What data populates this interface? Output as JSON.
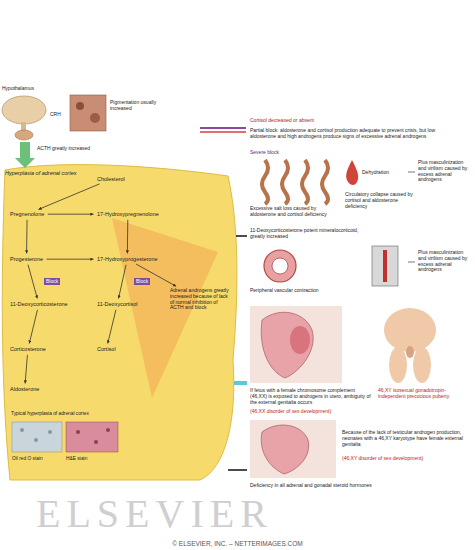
{
  "diagram": {
    "nodes": [
      {
        "text": [
          "Hyperplasia of adrenal cortex"
        ]
      },
      {
        "text": [
          "Cholesterol"
        ],
        "in": 0
      },
      {
        "text": [
          "Pregnenolone"
        ],
        "in": 0
      },
      {
        "text": [
          "17-Hydroxypregnenolone"
        ],
        "in": 0
      },
      {
        "text": [
          "Progesterone"
        ],
        "in": 0
      },
      {
        "text": [
          "17-Hydroxyprogesterone"
        ],
        "in": 0
      },
      {
        "text": [
          "11-Deoxycorticosterone"
        ],
        "in": 0
      },
      {
        "text": [
          "11-Deoxycortisol"
        ],
        "in": 0
      },
      {
        "text": [
          "Adrenal androgens greatly increased because of lack of normal inhibition of ACTH and block"
        ],
        "in": 0
      },
      {
        "text": [
          "Corticosterone"
        ],
        "in": 0
      },
      {
        "text": [
          "Cortisol"
        ],
        "in": 0
      },
      {
        "text": [
          "Aldosterone"
        ],
        "in": 0
      },
      {
        "text": [
          "Typical hyperplasia of adrenal cortex",
          "Oil red O stain",
          "H&E stain"
        ],
        "in": 0
      }
    ],
    "edges": [
      {
        "from": 1,
        "to": 2,
        "arrow": "to"
      },
      {
        "from": 2,
        "to": 3,
        "arrow": "to"
      },
      {
        "from": 2,
        "to": 4,
        "arrow": "to"
      },
      {
        "from": 3,
        "to": 5,
        "arrow": "to"
      },
      {
        "from": 4,
        "to": 5,
        "arrow": "to"
      },
      {
        "from": 4,
        "to": 6,
        "arrow": "to"
      },
      {
        "from": 5,
        "to": 7,
        "arrow": "to"
      },
      {
        "from": 5,
        "to": 8,
        "arrow": "to"
      },
      {
        "from": 6,
        "to": 9,
        "arrow": "to"
      },
      {
        "from": 7,
        "to": 10,
        "arrow": "to"
      },
      {
        "from": 9,
        "to": 11,
        "arrow": "to"
      }
    ],
    "labels": [
      "Hypothalamus",
      "CRH",
      "Pigmentation usually increased",
      "ACTH greatly increased",
      "Block",
      "Block",
      "Cortisol decreased or absent",
      "Partial block: aldosterone and cortisol production adequate to prevent crisis, but low aldosterone and high androgens produce signs of excessive adrenal androgens",
      "Severe block",
      "Excessive salt loss caused by aldosterone and cortisol deficiency",
      "Dehydration",
      "Circulatory collapse caused by cortisol and aldosterone deficiency",
      "Plus masculinization and virilism caused by excess adrenal androgens",
      "11-Deoxycorticosterone potent mineralocorticoid, greatly increased",
      "Peripheral vascular contraction",
      "Plus masculinization and virilism caused by excess adrenal androgens",
      "If fetus with a female chromosome complement (46,XX) is exposed to androgens in utero, ambiguity of the external genitalia occurs",
      "(46,XX disorder of sex development)",
      "46,XY isosexual gonadotropin-independent precocious puberty",
      "Because of the lack of testicular androgen production, neonates with a 46,XY karyotype have female external genitalia",
      "(46,XY disorder of sex development)",
      "Deficiency in all adrenal and gonadal steroid hormones",
      "ELSEVIER",
      "© ELSEVIER, INC. – NETTERIMAGES.COM"
    ]
  }
}
